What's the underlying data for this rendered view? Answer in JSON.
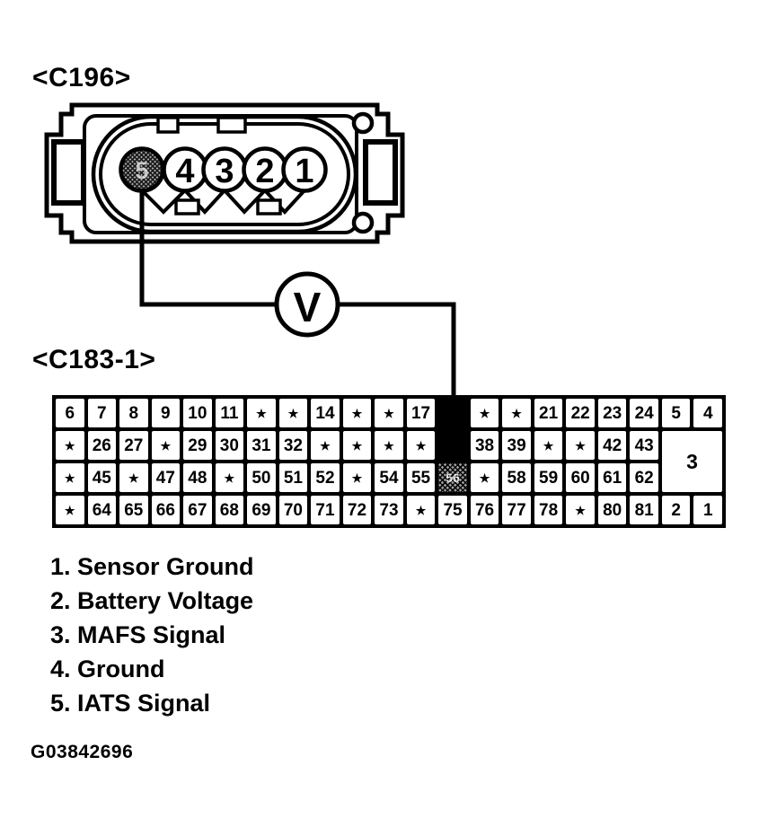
{
  "connector_c196": {
    "title": "<C196>",
    "pins": [
      {
        "label": "5",
        "shaded": true
      },
      {
        "label": "4"
      },
      {
        "label": "3"
      },
      {
        "label": "2"
      },
      {
        "label": "1"
      }
    ]
  },
  "meter": {
    "label": "V"
  },
  "connector_c183": {
    "title": "<C183-1>",
    "star_glyph": "★",
    "rows": [
      {
        "cells": [
          {
            "type": "pin",
            "label": "6"
          },
          {
            "type": "pin",
            "label": "7"
          },
          {
            "type": "pin",
            "label": "8"
          },
          {
            "type": "pin",
            "label": "9"
          },
          {
            "type": "pin",
            "label": "10"
          },
          {
            "type": "pin",
            "label": "11"
          },
          {
            "type": "star"
          },
          {
            "type": "star"
          },
          {
            "type": "pin",
            "label": "14"
          },
          {
            "type": "star"
          },
          {
            "type": "star"
          },
          {
            "type": "pin",
            "label": "17"
          },
          {
            "type": "split"
          },
          {
            "type": "star"
          },
          {
            "type": "star"
          },
          {
            "type": "pin",
            "label": "21"
          },
          {
            "type": "pin",
            "label": "22"
          },
          {
            "type": "pin",
            "label": "23"
          },
          {
            "type": "pin",
            "label": "24"
          },
          {
            "type": "pin",
            "label": "5"
          },
          {
            "type": "pin",
            "label": "4"
          }
        ]
      },
      {
        "cells": [
          {
            "type": "star"
          },
          {
            "type": "pin",
            "label": "26"
          },
          {
            "type": "pin",
            "label": "27"
          },
          {
            "type": "star"
          },
          {
            "type": "pin",
            "label": "29"
          },
          {
            "type": "pin",
            "label": "30"
          },
          {
            "type": "pin",
            "label": "31"
          },
          {
            "type": "pin",
            "label": "32"
          },
          {
            "type": "star"
          },
          {
            "type": "star"
          },
          {
            "type": "star"
          },
          {
            "type": "star"
          },
          {
            "type": "split"
          },
          {
            "type": "pin",
            "label": "38"
          },
          {
            "type": "pin",
            "label": "39"
          },
          {
            "type": "star"
          },
          {
            "type": "star"
          },
          {
            "type": "pin",
            "label": "42"
          },
          {
            "type": "pin",
            "label": "43"
          },
          {
            "type": "merged",
            "label": "3",
            "colspan": 2,
            "rowspan": 2
          }
        ]
      },
      {
        "cells": [
          {
            "type": "star"
          },
          {
            "type": "pin",
            "label": "45"
          },
          {
            "type": "star"
          },
          {
            "type": "pin",
            "label": "47"
          },
          {
            "type": "pin",
            "label": "48"
          },
          {
            "type": "star"
          },
          {
            "type": "pin",
            "label": "50"
          },
          {
            "type": "pin",
            "label": "51"
          },
          {
            "type": "pin",
            "label": "52"
          },
          {
            "type": "star"
          },
          {
            "type": "pin",
            "label": "54"
          },
          {
            "type": "pin",
            "label": "55"
          },
          {
            "type": "shaded",
            "label": "56"
          },
          {
            "type": "star"
          },
          {
            "type": "pin",
            "label": "58"
          },
          {
            "type": "pin",
            "label": "59"
          },
          {
            "type": "pin",
            "label": "60"
          },
          {
            "type": "pin",
            "label": "61"
          },
          {
            "type": "pin",
            "label": "62"
          }
        ]
      },
      {
        "cells": [
          {
            "type": "star"
          },
          {
            "type": "pin",
            "label": "64"
          },
          {
            "type": "pin",
            "label": "65"
          },
          {
            "type": "pin",
            "label": "66"
          },
          {
            "type": "pin",
            "label": "67"
          },
          {
            "type": "pin",
            "label": "68"
          },
          {
            "type": "pin",
            "label": "69"
          },
          {
            "type": "pin",
            "label": "70"
          },
          {
            "type": "pin",
            "label": "71"
          },
          {
            "type": "pin",
            "label": "72"
          },
          {
            "type": "pin",
            "label": "73"
          },
          {
            "type": "star"
          },
          {
            "type": "pin",
            "label": "75"
          },
          {
            "type": "pin",
            "label": "76"
          },
          {
            "type": "pin",
            "label": "77"
          },
          {
            "type": "pin",
            "label": "78"
          },
          {
            "type": "star"
          },
          {
            "type": "pin",
            "label": "80"
          },
          {
            "type": "pin",
            "label": "81"
          },
          {
            "type": "pin",
            "label": "2"
          },
          {
            "type": "pin",
            "label": "1"
          }
        ]
      }
    ]
  },
  "legend": {
    "items": [
      "1. Sensor Ground",
      "2. Battery Voltage",
      "3. MAFS Signal",
      "4. Ground",
      "5. IATS Signal"
    ]
  },
  "figure_code": "G03842696"
}
